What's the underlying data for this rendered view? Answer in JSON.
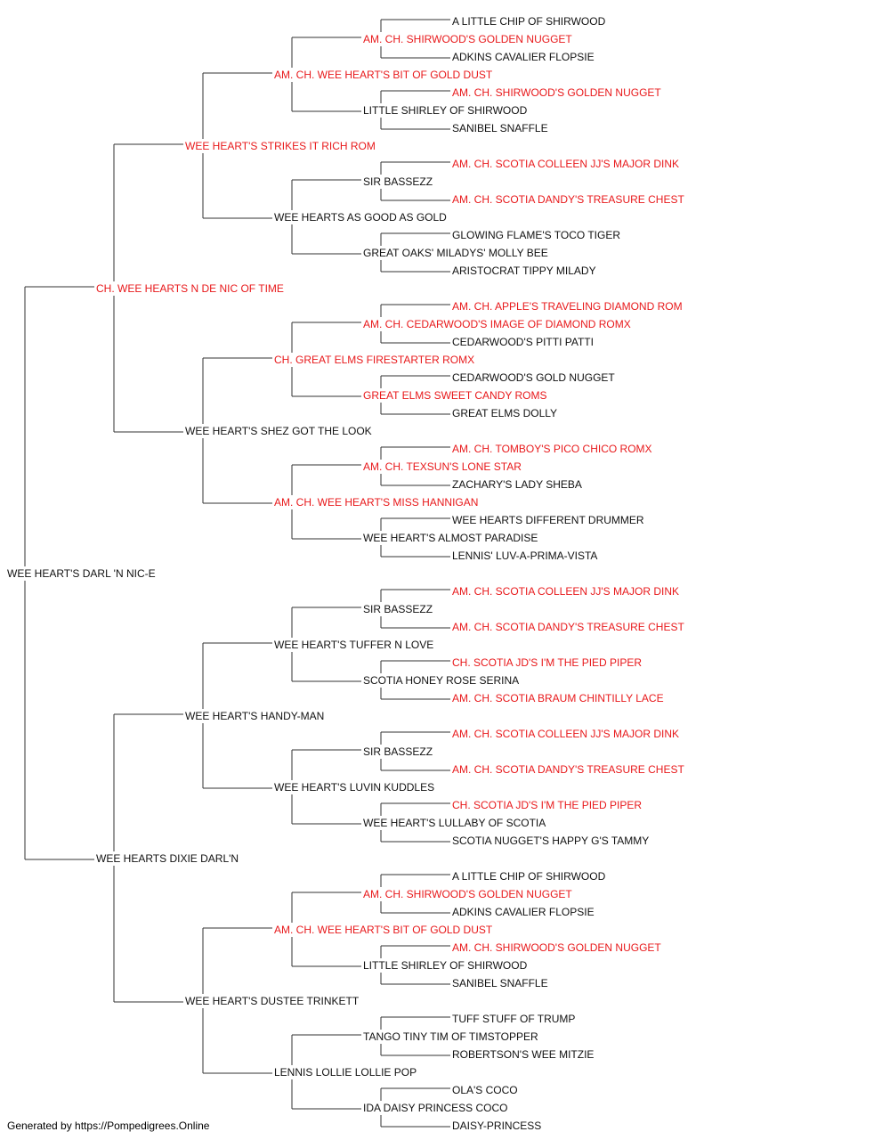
{
  "colors": {
    "champion": "#e8191b",
    "regular": "#111111",
    "line": "#333333"
  },
  "pedigree": {
    "name": "WEE HEART'S DARL 'N NIC-E",
    "champion": false,
    "parents": [
      {
        "name": "CH. WEE HEARTS N DE NIC OF TIME",
        "champion": true,
        "parents": [
          {
            "name": "WEE HEART'S STRIKES IT RICH ROM",
            "champion": true,
            "parents": [
              {
                "name": "AM. CH. WEE HEART'S BIT OF GOLD DUST",
                "champion": true,
                "parents": [
                  {
                    "name": "AM. CH. SHIRWOOD'S GOLDEN NUGGET",
                    "champion": true,
                    "parents": [
                      {
                        "name": "A LITTLE CHIP OF SHIRWOOD",
                        "champion": false
                      },
                      {
                        "name": "ADKINS CAVALIER FLOPSIE",
                        "champion": false
                      }
                    ]
                  },
                  {
                    "name": "LITTLE SHIRLEY OF SHIRWOOD",
                    "champion": false,
                    "parents": [
                      {
                        "name": "AM. CH. SHIRWOOD'S GOLDEN NUGGET",
                        "champion": true
                      },
                      {
                        "name": "SANIBEL SNAFFLE",
                        "champion": false
                      }
                    ]
                  }
                ]
              },
              {
                "name": "WEE HEARTS AS GOOD AS GOLD",
                "champion": false,
                "parents": [
                  {
                    "name": "SIR BASSEZZ",
                    "champion": false,
                    "parents": [
                      {
                        "name": "AM. CH. SCOTIA COLLEEN JJ'S MAJOR DINK",
                        "champion": true
                      },
                      {
                        "name": "AM. CH. SCOTIA DANDY'S TREASURE CHEST",
                        "champion": true
                      }
                    ]
                  },
                  {
                    "name": "GREAT OAKS' MILADYS' MOLLY BEE",
                    "champion": false,
                    "parents": [
                      {
                        "name": "GLOWING FLAME'S TOCO TIGER",
                        "champion": false
                      },
                      {
                        "name": "ARISTOCRAT TIPPY MILADY",
                        "champion": false
                      }
                    ]
                  }
                ]
              }
            ]
          },
          {
            "name": "WEE HEART'S SHEZ GOT THE LOOK",
            "champion": false,
            "parents": [
              {
                "name": "CH. GREAT ELMS FIRESTARTER ROMX",
                "champion": true,
                "parents": [
                  {
                    "name": "AM. CH. CEDARWOOD'S IMAGE OF DIAMOND ROMX",
                    "champion": true,
                    "parents": [
                      {
                        "name": "AM. CH. APPLE'S TRAVELING DIAMOND ROM",
                        "champion": true
                      },
                      {
                        "name": "CEDARWOOD'S PITTI PATTI",
                        "champion": false
                      }
                    ]
                  },
                  {
                    "name": "GREAT ELMS SWEET CANDY ROMS",
                    "champion": true,
                    "parents": [
                      {
                        "name": "CEDARWOOD'S GOLD NUGGET",
                        "champion": false
                      },
                      {
                        "name": "GREAT ELMS DOLLY",
                        "champion": false
                      }
                    ]
                  }
                ]
              },
              {
                "name": "AM. CH. WEE HEART'S MISS HANNIGAN",
                "champion": true,
                "parents": [
                  {
                    "name": "AM. CH. TEXSUN'S LONE STAR",
                    "champion": true,
                    "parents": [
                      {
                        "name": "AM. CH. TOMBOY'S PICO CHICO ROMX",
                        "champion": true
                      },
                      {
                        "name": "ZACHARY'S LADY SHEBA",
                        "champion": false
                      }
                    ]
                  },
                  {
                    "name": "WEE HEART'S ALMOST PARADISE",
                    "champion": false,
                    "parents": [
                      {
                        "name": "WEE HEARTS DIFFERENT DRUMMER",
                        "champion": false
                      },
                      {
                        "name": "LENNIS' LUV-A-PRIMA-VISTA",
                        "champion": false
                      }
                    ]
                  }
                ]
              }
            ]
          }
        ]
      },
      {
        "name": "WEE HEARTS DIXIE DARL'N",
        "champion": false,
        "parents": [
          {
            "name": "WEE HEART'S HANDY-MAN",
            "champion": false,
            "parents": [
              {
                "name": "WEE HEART'S TUFFER N LOVE",
                "champion": false,
                "parents": [
                  {
                    "name": "SIR BASSEZZ",
                    "champion": false,
                    "parents": [
                      {
                        "name": "AM. CH. SCOTIA COLLEEN JJ'S MAJOR DINK",
                        "champion": true
                      },
                      {
                        "name": "AM. CH. SCOTIA DANDY'S TREASURE CHEST",
                        "champion": true
                      }
                    ]
                  },
                  {
                    "name": "SCOTIA HONEY ROSE SERINA",
                    "champion": false,
                    "parents": [
                      {
                        "name": "CH. SCOTIA JD'S I'M THE PIED PIPER",
                        "champion": true
                      },
                      {
                        "name": "AM. CH. SCOTIA BRAUM CHINTILLY LACE",
                        "champion": true
                      }
                    ]
                  }
                ]
              },
              {
                "name": "WEE HEART'S LUVIN KUDDLES",
                "champion": false,
                "parents": [
                  {
                    "name": "SIR BASSEZZ",
                    "champion": false,
                    "parents": [
                      {
                        "name": "AM. CH. SCOTIA COLLEEN JJ'S MAJOR DINK",
                        "champion": true
                      },
                      {
                        "name": "AM. CH. SCOTIA DANDY'S TREASURE CHEST",
                        "champion": true
                      }
                    ]
                  },
                  {
                    "name": "WEE HEART'S LULLABY OF SCOTIA",
                    "champion": false,
                    "parents": [
                      {
                        "name": "CH. SCOTIA JD'S I'M THE PIED PIPER",
                        "champion": true
                      },
                      {
                        "name": "SCOTIA NUGGET'S HAPPY G'S TAMMY",
                        "champion": false
                      }
                    ]
                  }
                ]
              }
            ]
          },
          {
            "name": "WEE HEART'S DUSTEE TRINKETT",
            "champion": false,
            "parents": [
              {
                "name": "AM. CH. WEE HEART'S BIT OF GOLD DUST",
                "champion": true,
                "parents": [
                  {
                    "name": "AM. CH. SHIRWOOD'S GOLDEN NUGGET",
                    "champion": true,
                    "parents": [
                      {
                        "name": "A LITTLE CHIP OF SHIRWOOD",
                        "champion": false
                      },
                      {
                        "name": "ADKINS CAVALIER FLOPSIE",
                        "champion": false
                      }
                    ]
                  },
                  {
                    "name": "LITTLE SHIRLEY OF SHIRWOOD",
                    "champion": false,
                    "parents": [
                      {
                        "name": "AM. CH. SHIRWOOD'S GOLDEN NUGGET",
                        "champion": true
                      },
                      {
                        "name": "SANIBEL SNAFFLE",
                        "champion": false
                      }
                    ]
                  }
                ]
              },
              {
                "name": "LENNIS LOLLIE LOLLIE POP",
                "champion": false,
                "parents": [
                  {
                    "name": "TANGO TINY TIM OF TIMSTOPPER",
                    "champion": false,
                    "parents": [
                      {
                        "name": "TUFF STUFF OF TRUMP",
                        "champion": false
                      },
                      {
                        "name": "ROBERTSON'S WEE MITZIE",
                        "champion": false
                      }
                    ]
                  },
                  {
                    "name": "IDA DAISY PRINCESS COCO",
                    "champion": false,
                    "parents": [
                      {
                        "name": "OLA'S COCO",
                        "champion": false
                      },
                      {
                        "name": "DAISY-PRINCESS",
                        "champion": false
                      }
                    ]
                  }
                ]
              }
            ]
          }
        ]
      }
    ]
  },
  "footer": {
    "text": "Generated by https://Pompedigrees.Online"
  }
}
